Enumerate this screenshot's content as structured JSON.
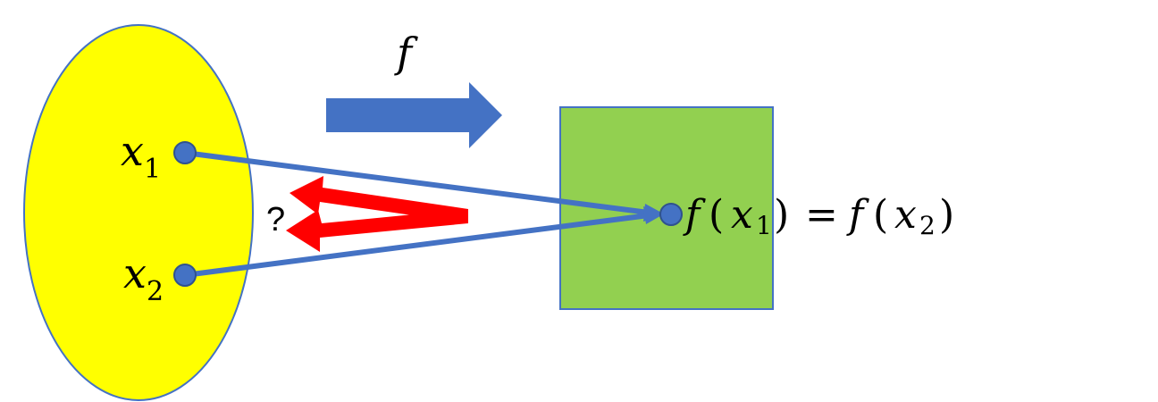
{
  "labels": {
    "function": "f",
    "x1_var": "x",
    "x1_sub": "1",
    "x2_var": "x",
    "x2_sub": "2",
    "question": "?",
    "equation": {
      "f1": "f",
      "open1": "(",
      "x1": "x",
      "sub1": "1",
      "close1": ")",
      "equals": "=",
      "f2": "f",
      "open2": "(",
      "x2": "x",
      "sub2": "2",
      "close2": ")"
    }
  },
  "colors": {
    "domain_fill": "#FFFF00",
    "domain_stroke": "#4472C4",
    "codomain_fill": "#92D050",
    "codomain_stroke": "#4472C4",
    "map_arrow": "#4472C4",
    "point_fill": "#4472C4",
    "point_stroke": "#2F528F",
    "question_arrow": "#FF0000"
  }
}
